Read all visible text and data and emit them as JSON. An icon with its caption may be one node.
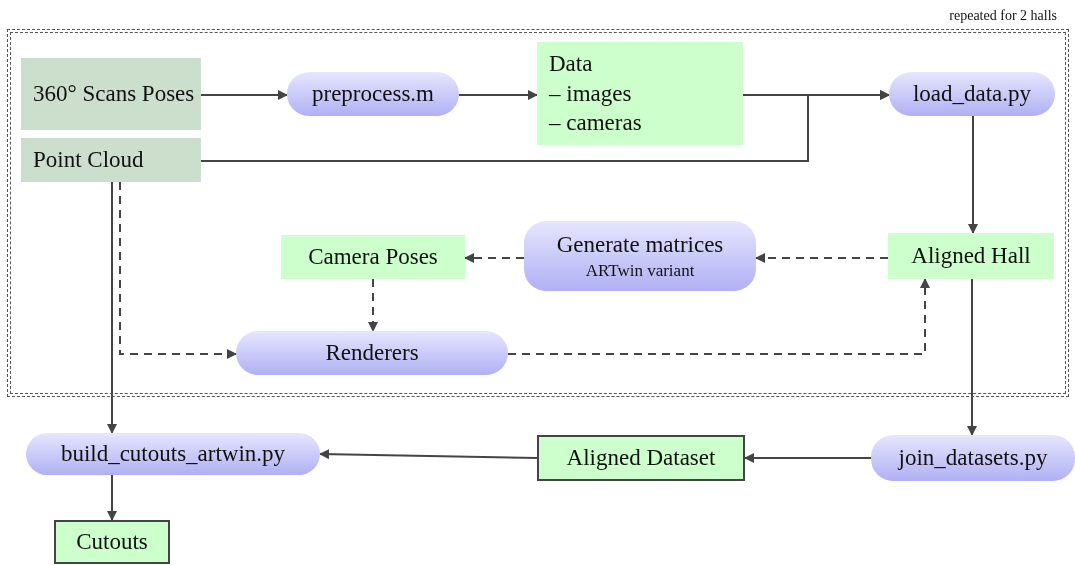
{
  "diagram": {
    "nodes": [
      {
        "text": [
          "repeated for 2 halls"
        ]
      },
      {
        "text": [
          "360° Scans Poses"
        ],
        "in": 0
      },
      {
        "text": [
          "Point Cloud"
        ],
        "in": 0
      },
      {
        "text": [
          "preprocess.m"
        ],
        "in": 0
      },
      {
        "text": [
          "Data",
          "– images",
          "– cameras"
        ],
        "in": 0
      },
      {
        "text": [
          "load_data.py"
        ],
        "in": 0
      },
      {
        "text": [
          "Generate matrices",
          "ARTwin variant"
        ],
        "in": 0
      },
      {
        "text": [
          "Camera Poses"
        ],
        "in": 0
      },
      {
        "text": [
          "Aligned Hall"
        ],
        "in": 0
      },
      {
        "text": [
          "Renderers"
        ],
        "in": 0
      },
      {
        "text": [
          "build_cutouts_artwin.py"
        ]
      },
      {
        "text": [
          "Aligned Dataset"
        ]
      },
      {
        "text": [
          "join_datasets.py"
        ]
      },
      {
        "text": [
          "Cutouts"
        ]
      }
    ],
    "edges": [
      {
        "from": 1,
        "to": 3,
        "arrow": "to"
      },
      {
        "from": 3,
        "to": 4,
        "arrow": "to"
      },
      {
        "from": 4,
        "to": 5,
        "arrow": "to"
      },
      {
        "from": 2,
        "to": 5,
        "arrow": "to"
      },
      {
        "from": 5,
        "to": 8,
        "arrow": "to"
      },
      {
        "from": 8,
        "to": 6,
        "arrow": "to",
        "style": "dashed"
      },
      {
        "from": 6,
        "to": 7,
        "arrow": "to",
        "style": "dashed"
      },
      {
        "from": 7,
        "to": 9,
        "arrow": "to",
        "style": "dashed"
      },
      {
        "from": 2,
        "to": 9,
        "arrow": "to",
        "style": "dashed"
      },
      {
        "from": 9,
        "to": 8,
        "arrow": "to",
        "style": "dashed"
      },
      {
        "from": 2,
        "to": 10,
        "arrow": "to"
      },
      {
        "from": 8,
        "to": 12,
        "arrow": "to"
      },
      {
        "from": 12,
        "to": 11,
        "arrow": "to"
      },
      {
        "from": 11,
        "to": 10,
        "arrow": "to"
      },
      {
        "from": 10,
        "to": 13,
        "arrow": "to"
      }
    ]
  }
}
